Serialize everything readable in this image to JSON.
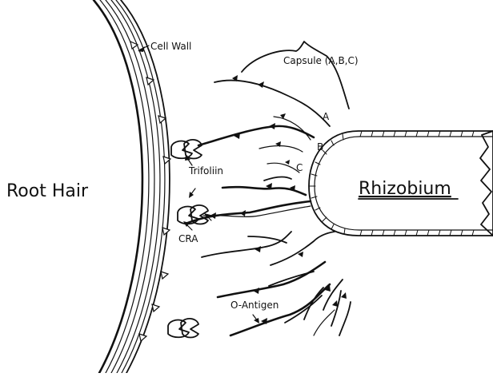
{
  "labels": {
    "root_hair": "Root Hair",
    "cell_wall": "Cell Wall",
    "capsule": "Capsule (A,B,C)",
    "label_a": "A",
    "label_b": "B",
    "label_c": "C",
    "trifoliin": "Trifoliin",
    "cra": "CRA",
    "o_antigen": "O-Antigen",
    "rhizobium": "Rhizobium"
  }
}
